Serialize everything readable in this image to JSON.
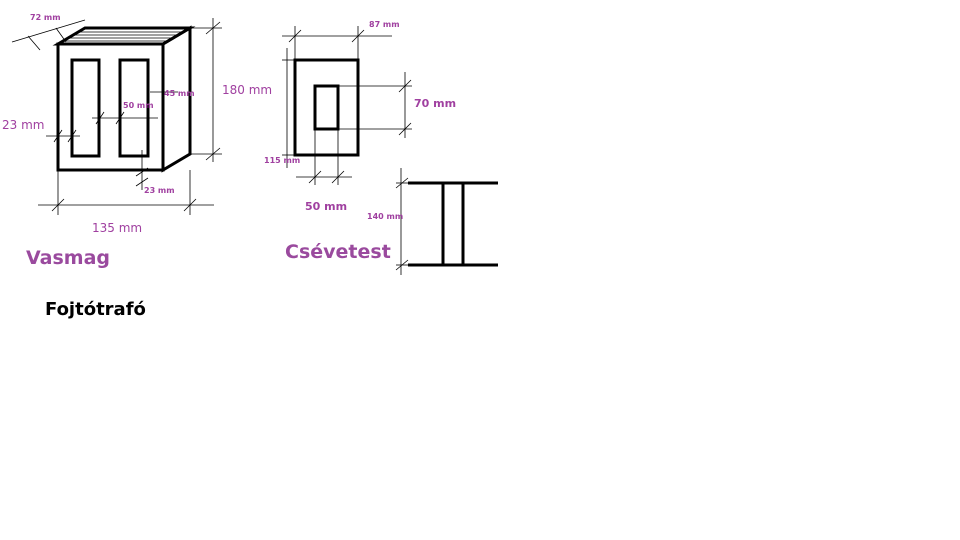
{
  "vasmag": {
    "title": "Vasmag",
    "dim_depth": "72 mm",
    "dim_height": "180 mm",
    "dim_inner_width": "50 mm",
    "dim_window_width": "45 mm",
    "dim_left_leg": "23 mm",
    "dim_bottom_leg": "23 mm",
    "dim_total_width": "135 mm"
  },
  "csevetest": {
    "title": "Csévetest",
    "dim_top": "87 mm",
    "dim_inner_height": "70 mm",
    "dim_left": "115 mm",
    "dim_inner_width": "50 mm",
    "dim_length": "140 mm"
  },
  "caption": "Fojtótrafó",
  "colors": {
    "dimension": "#a040a0",
    "title": "#9a4a9e",
    "line": "#000000"
  }
}
